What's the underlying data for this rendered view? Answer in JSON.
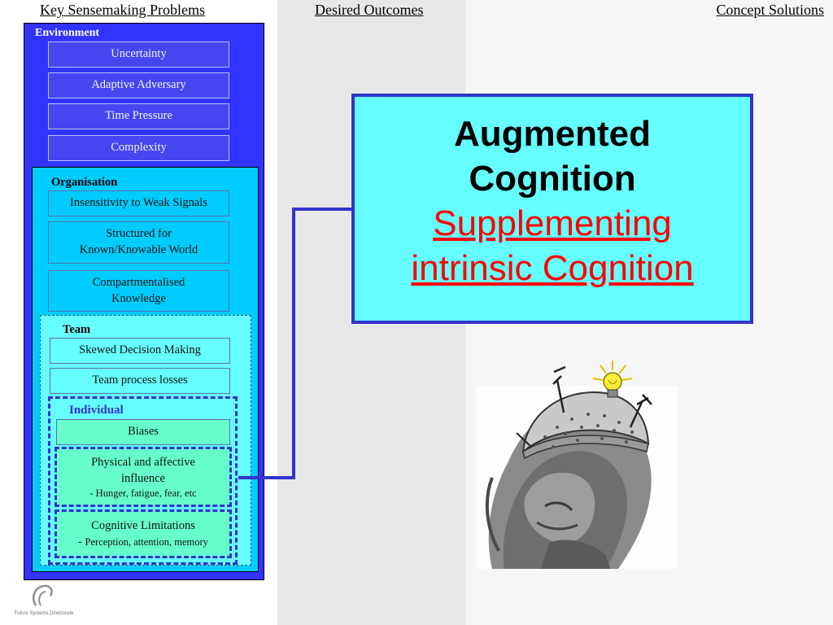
{
  "headers": {
    "problems": "Key Sensemaking Problems",
    "outcomes": "Desired Outcomes",
    "solutions": "Concept Solutions"
  },
  "environment": {
    "label": "Environment",
    "items": [
      "Uncertainty",
      "Adaptive Adversary",
      "Time Pressure",
      "Complexity"
    ]
  },
  "organisation": {
    "label": "Organisation",
    "items": [
      {
        "lines": [
          "Insensitivity to Weak Signals"
        ]
      },
      {
        "lines": [
          "Structured for",
          "Known/Knowable World"
        ]
      },
      {
        "lines": [
          "Compartmentalised",
          "Knowledge"
        ]
      }
    ]
  },
  "team": {
    "label": "Team",
    "items": [
      "Skewed Decision Making",
      "Team process losses"
    ]
  },
  "individual": {
    "label": "Individual",
    "biases": "Biases",
    "physical": {
      "line1": "Physical and affective",
      "line2": "influence",
      "detail": "- Hunger, fatigue, fear, etc"
    },
    "cognitive": {
      "line1": "Cognitive Limitations",
      "dash": "-",
      "detail": "Perception, attention, memory"
    }
  },
  "concept": {
    "title_line1": "Augmented",
    "title_line2": "Cognition",
    "sub_line1": "Supplementing",
    "sub_line2": "intrinsic Cognition"
  },
  "logo": {
    "text": "Future Systems Directorate"
  },
  "colors": {
    "environment": "#3333ff",
    "organisation": "#00ccff",
    "team": "#66ffff",
    "individual": "#66ffcc",
    "connector": "#3333cc",
    "subtitle": "#ff0000"
  },
  "icons": {
    "illustration": "thinker-with-lightbulb-helmet"
  }
}
